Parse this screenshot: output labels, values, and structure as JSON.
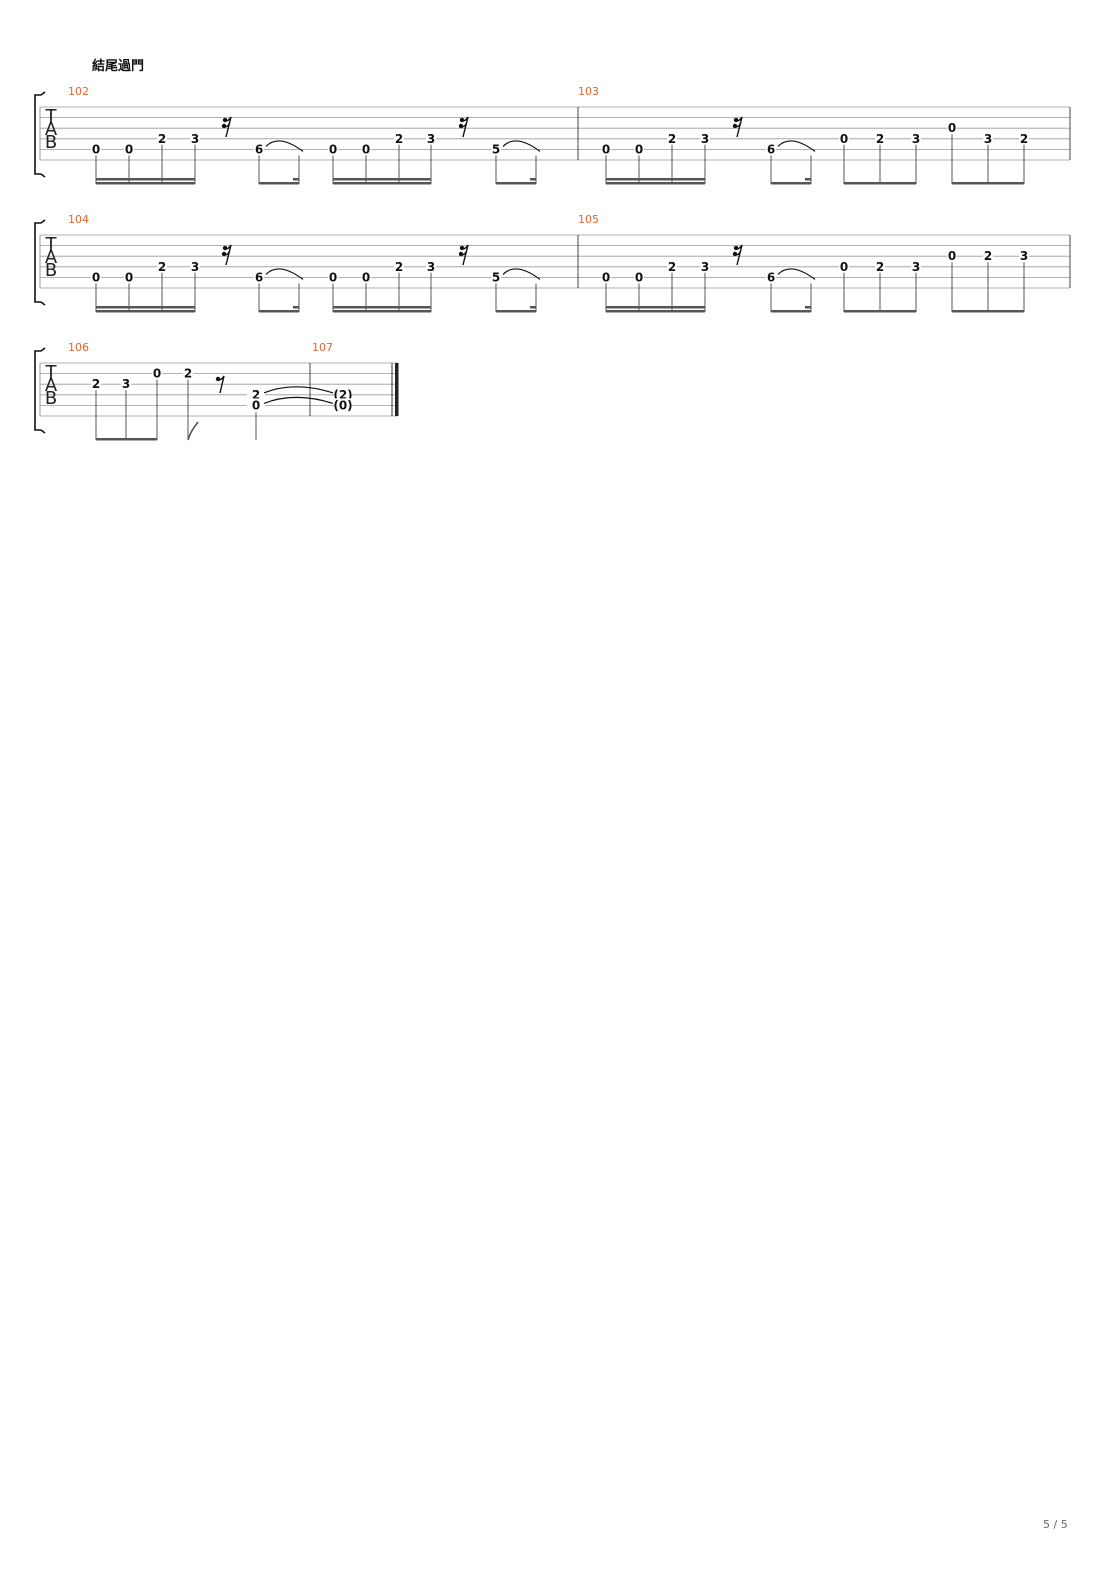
{
  "section_label": "結尾過門",
  "page_indicator": "5 / 5",
  "tab_clef": [
    "T",
    "A",
    "B"
  ],
  "colors": {
    "measure_number": "#e8632b",
    "staff_line": "#999999",
    "ink": "#111111"
  },
  "systems": [
    {
      "measures": [
        {
          "number": "102",
          "groups": [
            {
              "beams": 2,
              "notes": [
                {
                  "fret": "0",
                  "string": 5
                },
                {
                  "fret": "0",
                  "string": 5
                },
                {
                  "fret": "2",
                  "string": 4
                },
                {
                  "fret": "3",
                  "string": 4
                }
              ]
            },
            {
              "rest": "sixteenth"
            },
            {
              "beams": 1,
              "partial_second_beam": true,
              "notes": [
                {
                  "fret": "6",
                  "string": 5,
                  "tie_out": true
                },
                {
                  "fret": "",
                  "string": 5,
                  "tie_in": true
                }
              ]
            },
            {
              "beams": 2,
              "notes": [
                {
                  "fret": "0",
                  "string": 5
                },
                {
                  "fret": "0",
                  "string": 5
                },
                {
                  "fret": "2",
                  "string": 4
                },
                {
                  "fret": "3",
                  "string": 4
                }
              ]
            },
            {
              "rest": "sixteenth"
            },
            {
              "beams": 1,
              "partial_second_beam": true,
              "notes": [
                {
                  "fret": "5",
                  "string": 5,
                  "tie_out": true
                },
                {
                  "fret": "",
                  "string": 5,
                  "tie_in": true
                }
              ]
            }
          ]
        },
        {
          "number": "103",
          "groups": [
            {
              "beams": 2,
              "notes": [
                {
                  "fret": "0",
                  "string": 5
                },
                {
                  "fret": "0",
                  "string": 5
                },
                {
                  "fret": "2",
                  "string": 4
                },
                {
                  "fret": "3",
                  "string": 4
                }
              ]
            },
            {
              "rest": "sixteenth"
            },
            {
              "beams": 1,
              "partial_second_beam": true,
              "notes": [
                {
                  "fret": "6",
                  "string": 5,
                  "tie_out": true
                },
                {
                  "fret": "",
                  "string": 5,
                  "tie_in": true
                }
              ]
            },
            {
              "beams": 1,
              "notes": [
                {
                  "fret": "0",
                  "string": 4
                },
                {
                  "fret": "2",
                  "string": 4
                },
                {
                  "fret": "3",
                  "string": 4
                }
              ]
            },
            {
              "beams": 1,
              "notes": [
                {
                  "fret": "0",
                  "string": 3
                },
                {
                  "fret": "3",
                  "string": 4
                },
                {
                  "fret": "2",
                  "string": 4
                }
              ]
            }
          ]
        }
      ]
    },
    {
      "measures": [
        {
          "number": "104",
          "groups": [
            {
              "beams": 2,
              "notes": [
                {
                  "fret": "0",
                  "string": 5
                },
                {
                  "fret": "0",
                  "string": 5
                },
                {
                  "fret": "2",
                  "string": 4
                },
                {
                  "fret": "3",
                  "string": 4
                }
              ]
            },
            {
              "rest": "sixteenth"
            },
            {
              "beams": 1,
              "partial_second_beam": true,
              "notes": [
                {
                  "fret": "6",
                  "string": 5,
                  "tie_out": true
                },
                {
                  "fret": "",
                  "string": 5,
                  "tie_in": true
                }
              ]
            },
            {
              "beams": 2,
              "notes": [
                {
                  "fret": "0",
                  "string": 5
                },
                {
                  "fret": "0",
                  "string": 5
                },
                {
                  "fret": "2",
                  "string": 4
                },
                {
                  "fret": "3",
                  "string": 4
                }
              ]
            },
            {
              "rest": "sixteenth"
            },
            {
              "beams": 1,
              "partial_second_beam": true,
              "notes": [
                {
                  "fret": "5",
                  "string": 5,
                  "tie_out": true
                },
                {
                  "fret": "",
                  "string": 5,
                  "tie_in": true
                }
              ]
            }
          ]
        },
        {
          "number": "105",
          "groups": [
            {
              "beams": 2,
              "notes": [
                {
                  "fret": "0",
                  "string": 5
                },
                {
                  "fret": "0",
                  "string": 5
                },
                {
                  "fret": "2",
                  "string": 4
                },
                {
                  "fret": "3",
                  "string": 4
                }
              ]
            },
            {
              "rest": "sixteenth"
            },
            {
              "beams": 1,
              "partial_second_beam": true,
              "notes": [
                {
                  "fret": "6",
                  "string": 5,
                  "tie_out": true
                },
                {
                  "fret": "",
                  "string": 5,
                  "tie_in": true
                }
              ]
            },
            {
              "beams": 1,
              "notes": [
                {
                  "fret": "0",
                  "string": 4
                },
                {
                  "fret": "2",
                  "string": 4
                },
                {
                  "fret": "3",
                  "string": 4
                }
              ]
            },
            {
              "beams": 1,
              "notes": [
                {
                  "fret": "0",
                  "string": 3
                },
                {
                  "fret": "2",
                  "string": 3
                },
                {
                  "fret": "3",
                  "string": 3
                }
              ]
            }
          ]
        }
      ]
    },
    {
      "measures": [
        {
          "number": "106",
          "groups": [
            {
              "beams": 1,
              "notes": [
                {
                  "fret": "2",
                  "string": 3
                },
                {
                  "fret": "3",
                  "string": 3
                },
                {
                  "fret": "0",
                  "string": 2
                }
              ]
            },
            {
              "flag": "eighth",
              "notes": [
                {
                  "fret": "2",
                  "string": 2
                }
              ]
            },
            {
              "rest": "eighth"
            },
            {
              "stem_only": true,
              "chord": [
                {
                  "fret": "2",
                  "string": 4,
                  "tie_out": true
                },
                {
                  "fret": "0",
                  "string": 5,
                  "tie_out": true
                }
              ]
            }
          ]
        },
        {
          "number": "107",
          "groups": [
            {
              "chord": [
                {
                  "fret": "(2)",
                  "string": 4,
                  "tie_in": true
                },
                {
                  "fret": "(0)",
                  "string": 5,
                  "tie_in": true
                }
              ]
            }
          ],
          "final_barline": true
        }
      ]
    }
  ]
}
